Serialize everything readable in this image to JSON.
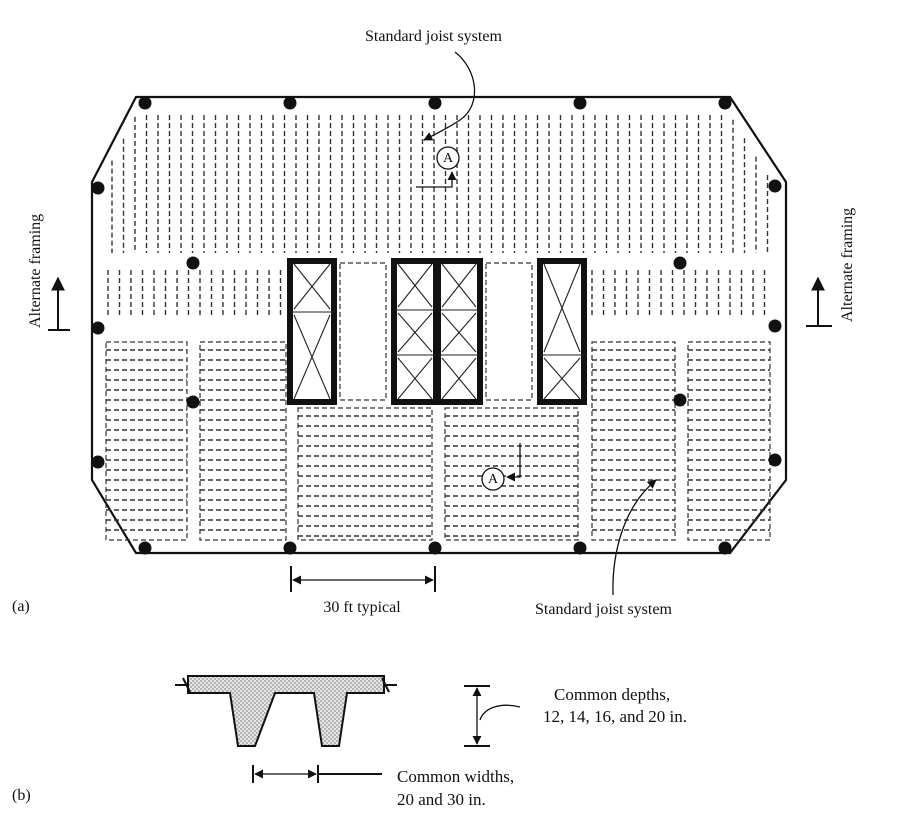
{
  "labels": {
    "standard_joist_top": "Standard joist system",
    "standard_joist_bottom": "Standard joist system",
    "alternate_framing_left": "Alternate framing",
    "alternate_framing_right": "Alternate framing",
    "section_marker": "A",
    "dimension_30ft": "30 ft typical",
    "part_a": "(a)",
    "part_b": "(b)",
    "common_depths_line1": "Common depths,",
    "common_depths_line2": "12, 14, 16, and 20 in.",
    "common_widths_line1": "Common widths,",
    "common_widths_line2": "20 and 30 in."
  },
  "colors": {
    "ink": "#111111",
    "background": "#ffffff",
    "concrete_hatch": "#9a9a9a"
  }
}
